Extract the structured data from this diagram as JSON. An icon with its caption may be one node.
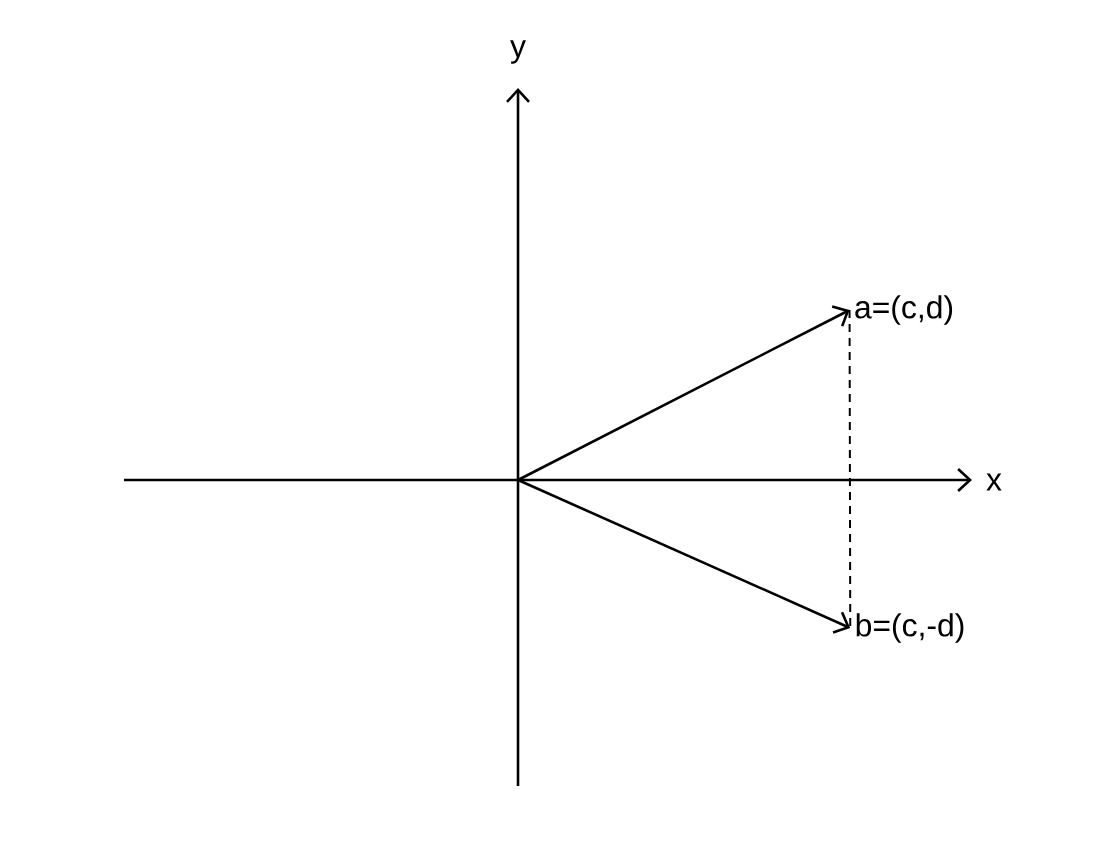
{
  "diagram": {
    "nodes": [
      {
        "text": [
          "a=(c,d)"
        ]
      },
      {
        "text": [
          "b=(c,-d)"
        ]
      }
    ],
    "edges": [
      {
        "from": null,
        "to": 0,
        "arrow": "to"
      },
      {
        "from": null,
        "to": 1,
        "arrow": "to"
      },
      {
        "from": 0,
        "to": 1,
        "arrow": "none",
        "style": "dashed"
      }
    ],
    "labels": [
      "y",
      "x"
    ]
  }
}
